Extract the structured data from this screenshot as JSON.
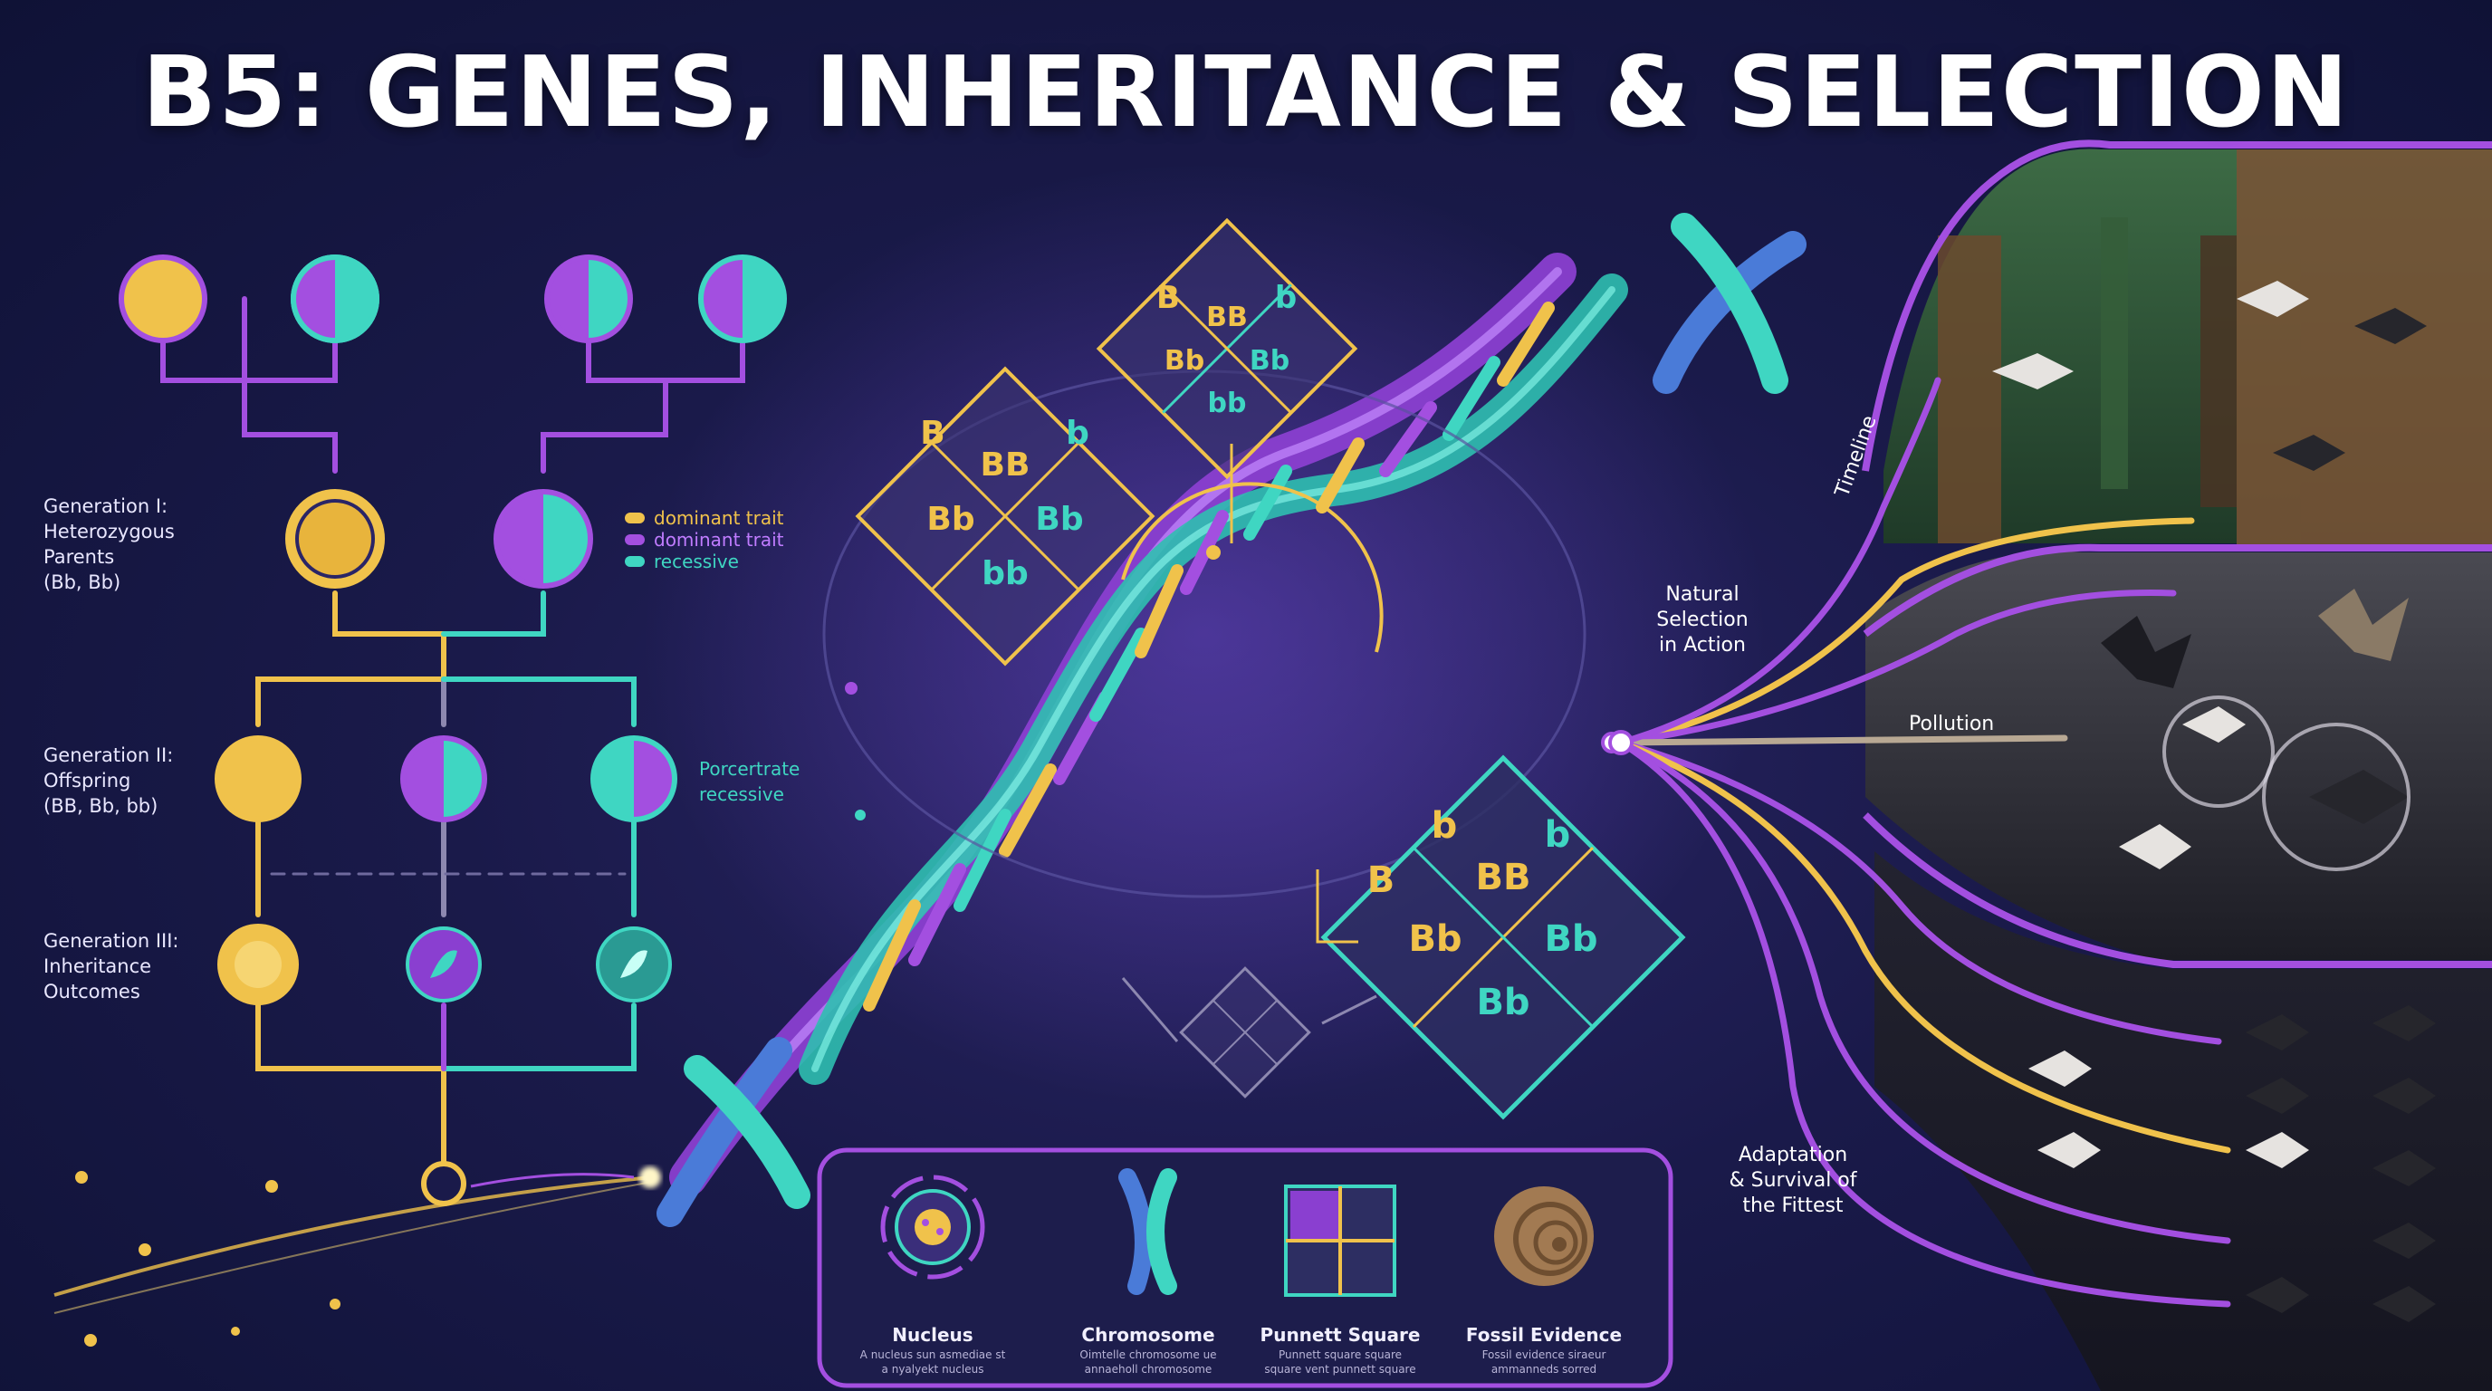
{
  "title": "B5: GENES, INHERITANCE & SELECTION",
  "pedigree": {
    "gen1": "Generation I:\nHeterozygous\nParents\n(Bb, Bb)",
    "gen2": "Generation II:\nOffspring\n(BB, Bb, bb)",
    "gen3": "Generation III:\nInheritance\nOutcomes",
    "legend": [
      {
        "label": "dominant trait",
        "color": "#f0c24b"
      },
      {
        "label": "dominant trait",
        "color": "#a34fe0"
      },
      {
        "label": "recessive",
        "color": "#3fd6c2"
      }
    ],
    "side_note": "Porcertrate\nrecessive"
  },
  "punnett_top": {
    "allele_left": "B",
    "allele_right": "b",
    "cells": [
      "BB",
      "Bb",
      "Bb",
      "bb"
    ]
  },
  "punnett_left": {
    "allele_left": "B",
    "allele_right": "b",
    "cells": [
      "BB",
      "Bb",
      "Bb",
      "bb"
    ]
  },
  "punnett_bottom": {
    "allele_left": "B",
    "allele_right": "b",
    "allele_top": "b",
    "cells": [
      "BB",
      "Bb",
      "Bb",
      "Bb"
    ]
  },
  "selection": {
    "timeline": "Timeline",
    "natural": "Natural\nSelection\nin Action",
    "pollution": "Pollution",
    "adaptation": "Adaptation\n& Survival of\nthe Fittest"
  },
  "cards": [
    {
      "title": "Nucleus",
      "sub": "A nucleus sun asmediae st\na nyalyekt nucleus"
    },
    {
      "title": "Chromosome",
      "sub": "Oimtelle chromosome ue\nannaeholl chromosome"
    },
    {
      "title": "Punnett Square",
      "sub": "Punnett square square\nsquare vent punnett square"
    },
    {
      "title": "Fossil Evidence",
      "sub": "Fossil evidence siraeur\nammanneds sorred"
    }
  ],
  "colors": {
    "gold": "#f0c24b",
    "purple": "#a34fe0",
    "teal": "#3fd6c2",
    "bg": "#1a1a4a"
  }
}
